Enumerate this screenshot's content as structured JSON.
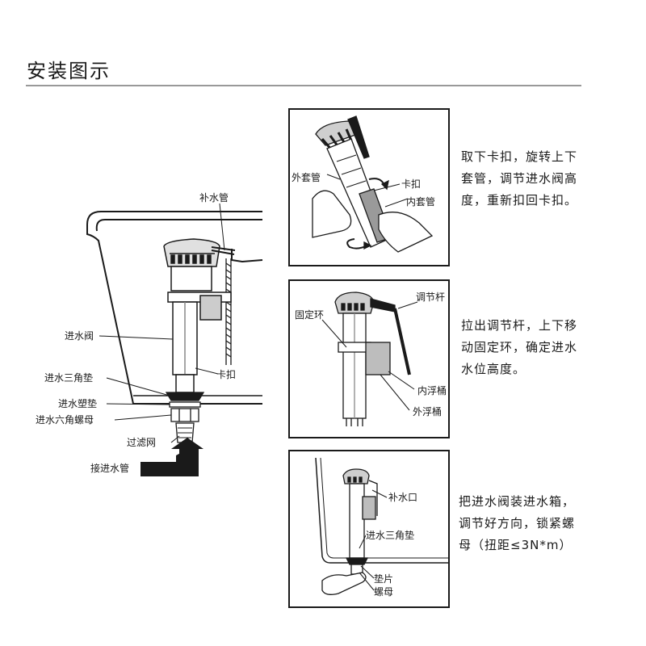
{
  "header": {
    "title": "安装图示"
  },
  "main_diagram": {
    "labels": {
      "refill_tube": "补水管",
      "inlet_valve": "进水阀",
      "inlet_triangle_gasket": "进水三角垫",
      "inlet_plastic_gasket": "进水塑垫",
      "inlet_hex_nut": "进水六角螺母",
      "filter_mesh": "过滤网",
      "connect_inlet_pipe": "接进水管",
      "clip": "卡扣"
    }
  },
  "steps": [
    {
      "labels": {
        "outer_sleeve": "外套管",
        "clip": "卡扣",
        "inner_sleeve": "内套管"
      },
      "text": "取下卡扣，旋转上下\n套管，调节进水阀高\n度，重新扣回卡扣。"
    },
    {
      "labels": {
        "adjust_rod": "调节杆",
        "fixing_ring": "固定环",
        "inner_float": "内浮桶",
        "outer_float": "外浮桶"
      },
      "text": "拉出调节杆，上下移\n动固定环，确定进水\n水位高度。"
    },
    {
      "labels": {
        "refill_port": "补水口",
        "inlet_triangle_gasket": "进水三角垫",
        "washer": "垫片",
        "nut": "螺母"
      },
      "text": "把进水阀装进水箱，\n调节好方向，锁紧螺\n母（扭距≤3N*m）"
    }
  ]
}
